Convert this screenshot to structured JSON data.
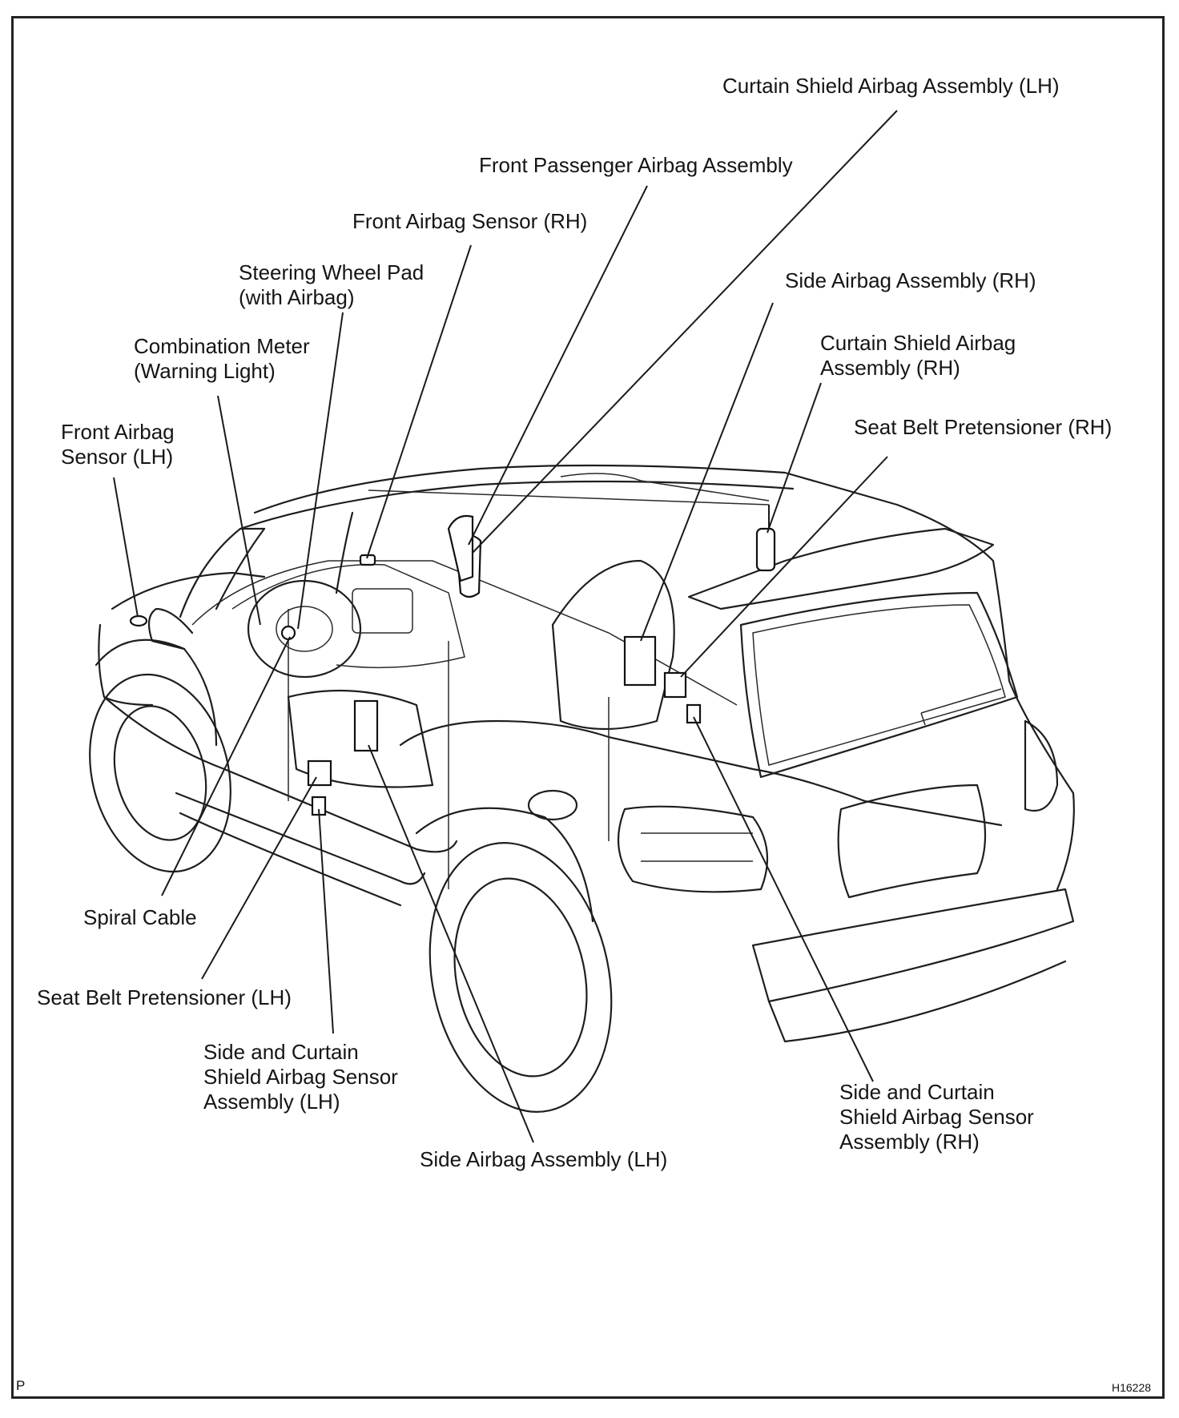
{
  "diagram": {
    "labels": {
      "curtain_lh": "Curtain Shield Airbag Assembly (LH)",
      "front_passenger": "Front Passenger Airbag Assembly",
      "front_sensor_rh": "Front Airbag Sensor (RH)",
      "steering_pad": "Steering Wheel Pad\n(with Airbag)",
      "side_airbag_rh": "Side Airbag Assembly (RH)",
      "curtain_rh": "Curtain Shield Airbag\nAssembly (RH)",
      "combination_meter": "Combination Meter\n(Warning Light)",
      "seatbelt_rh": "Seat Belt Pretensioner (RH)",
      "front_sensor_lh": "Front Airbag\nSensor (LH)",
      "spiral_cable": "Spiral Cable",
      "seatbelt_lh": "Seat Belt Pretensioner (LH)",
      "sensor_lh": "Side and Curtain\nShield Airbag Sensor\nAssembly (LH)",
      "side_airbag_lh": "Side Airbag Assembly (LH)",
      "sensor_rh": "Side and Curtain\nShield Airbag Sensor\nAssembly (RH)"
    },
    "corner_left": "P",
    "corner_right": "H16228"
  }
}
